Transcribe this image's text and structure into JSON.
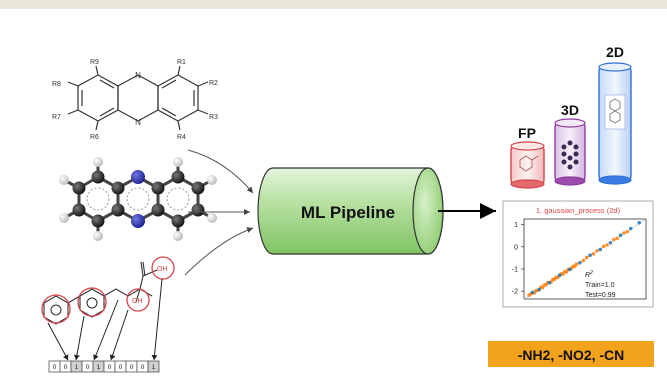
{
  "structure": {
    "ring_atoms": {
      "top": "N",
      "bottom": "N"
    },
    "substituents": [
      "R1",
      "R2",
      "R3",
      "R4",
      "R6",
      "R7",
      "R8",
      "R9"
    ]
  },
  "smiles_fragment": {
    "hydroxyls": [
      "OH",
      "OH"
    ]
  },
  "fingerprint": {
    "bits": [
      "0",
      "0",
      "1",
      "0",
      "1",
      "0",
      "0",
      "0",
      "0",
      "1"
    ]
  },
  "pipeline": {
    "label": "ML Pipeline"
  },
  "representations": [
    {
      "label": "FP",
      "color": "#d9434a"
    },
    {
      "label": "3D",
      "color": "#8e3a9e"
    },
    {
      "label": "2D",
      "color": "#2f6fd6"
    }
  ],
  "parity_plot": {
    "title": "1. gaussian_process (2d)",
    "r2_label": "R",
    "r2_sup": "2",
    "train": "Train=1.0",
    "test": "Test=0.99"
  },
  "chart_data": {
    "type": "scatter",
    "title": "1. gaussian_process (2d)",
    "xlabel": "",
    "ylabel": "",
    "xlim": [
      -2.35,
      1.25
    ],
    "ylim": [
      -2.35,
      1.25
    ],
    "yticks": [
      -2,
      -1,
      0,
      1
    ],
    "series": [
      {
        "name": "",
        "color": "#1f77b4",
        "x": [
          -2.1,
          -1.9,
          -1.6,
          -1.3,
          -1.0,
          -0.7,
          -0.4,
          -0.1,
          0.2,
          0.5,
          0.8,
          1.05
        ],
        "y": [
          -2.05,
          -1.92,
          -1.62,
          -1.28,
          -1.02,
          -0.72,
          -0.38,
          -0.12,
          0.18,
          0.52,
          0.82,
          1.08
        ]
      },
      {
        "name": "",
        "color": "#ff7f0e",
        "x": [
          -2.2,
          -2.15,
          -2.05,
          -2.0,
          -1.95,
          -1.85,
          -1.8,
          -1.75,
          -1.7,
          -1.65,
          -1.55,
          -1.5,
          -1.45,
          -1.4,
          -1.35,
          -1.25,
          -1.2,
          -1.15,
          -1.1,
          -1.05,
          -0.95,
          -0.9,
          -0.85,
          -0.8,
          -0.6,
          -0.5,
          -0.3,
          -0.2,
          0.0,
          0.1,
          0.3,
          0.4,
          0.6,
          0.7
        ],
        "y": [
          -2.18,
          -2.12,
          -2.08,
          -1.98,
          -1.96,
          -1.82,
          -1.83,
          -1.72,
          -1.71,
          -1.62,
          -1.58,
          -1.47,
          -1.46,
          -1.38,
          -1.37,
          -1.22,
          -1.23,
          -1.12,
          -1.13,
          -1.02,
          -0.97,
          -0.88,
          -0.87,
          -0.78,
          -0.62,
          -0.48,
          -0.32,
          -0.18,
          0.02,
          0.08,
          0.32,
          0.38,
          0.62,
          0.68
        ]
      }
    ]
  },
  "substituents_box": {
    "text": "-NH2, -NO2, -CN",
    "color": "#f3a21b"
  }
}
